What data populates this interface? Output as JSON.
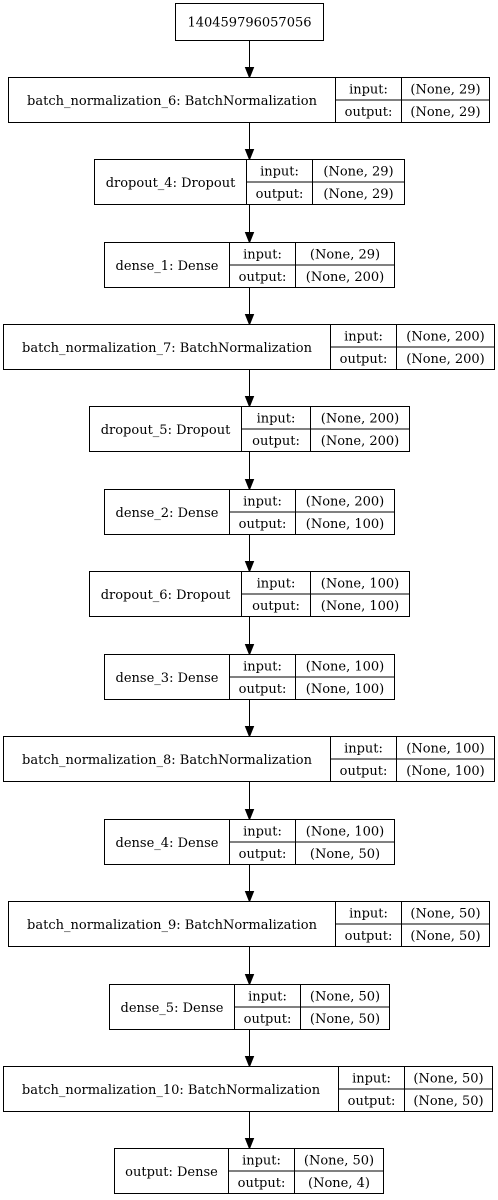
{
  "input_node": "140459796057056",
  "layers": [
    {
      "name": "batch_normalization_6: BatchNormalization",
      "input_label": "input:",
      "output_label": "output:",
      "input": "(None, 29)",
      "output": "(None, 29)"
    },
    {
      "name": "dropout_4: Dropout",
      "input_label": "input:",
      "output_label": "output:",
      "input": "(None, 29)",
      "output": "(None, 29)"
    },
    {
      "name": "dense_1: Dense",
      "input_label": "input:",
      "output_label": "output:",
      "input": "(None, 29)",
      "output": "(None, 200)"
    },
    {
      "name": "batch_normalization_7: BatchNormalization",
      "input_label": "input:",
      "output_label": "output:",
      "input": "(None, 200)",
      "output": "(None, 200)"
    },
    {
      "name": "dropout_5: Dropout",
      "input_label": "input:",
      "output_label": "output:",
      "input": "(None, 200)",
      "output": "(None, 200)"
    },
    {
      "name": "dense_2: Dense",
      "input_label": "input:",
      "output_label": "output:",
      "input": "(None, 200)",
      "output": "(None, 100)"
    },
    {
      "name": "dropout_6: Dropout",
      "input_label": "input:",
      "output_label": "output:",
      "input": "(None, 100)",
      "output": "(None, 100)"
    },
    {
      "name": "dense_3: Dense",
      "input_label": "input:",
      "output_label": "output:",
      "input": "(None, 100)",
      "output": "(None, 100)"
    },
    {
      "name": "batch_normalization_8: BatchNormalization",
      "input_label": "input:",
      "output_label": "output:",
      "input": "(None, 100)",
      "output": "(None, 100)"
    },
    {
      "name": "dense_4: Dense",
      "input_label": "input:",
      "output_label": "output:",
      "input": "(None, 100)",
      "output": "(None, 50)"
    },
    {
      "name": "batch_normalization_9: BatchNormalization",
      "input_label": "input:",
      "output_label": "output:",
      "input": "(None, 50)",
      "output": "(None, 50)"
    },
    {
      "name": "dense_5: Dense",
      "input_label": "input:",
      "output_label": "output:",
      "input": "(None, 50)",
      "output": "(None, 50)"
    },
    {
      "name": "batch_normalization_10: BatchNormalization",
      "input_label": "input:",
      "output_label": "output:",
      "input": "(None, 50)",
      "output": "(None, 50)"
    },
    {
      "name": "output: Dense",
      "input_label": "input:",
      "output_label": "output:",
      "input": "(None, 50)",
      "output": "(None, 4)"
    }
  ]
}
